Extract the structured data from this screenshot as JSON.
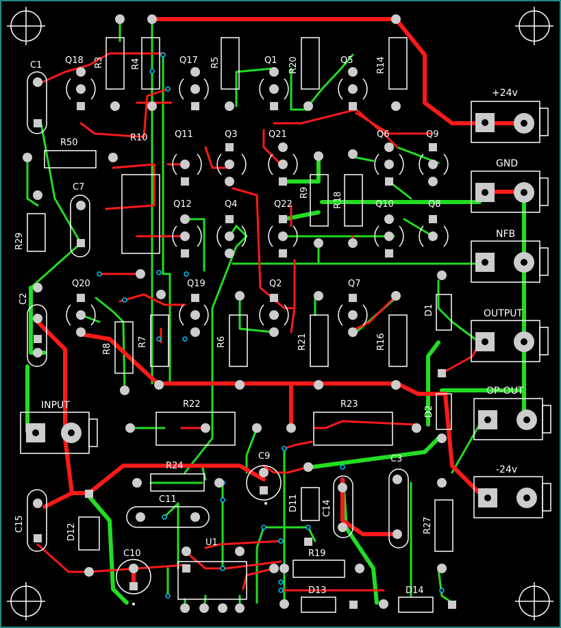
{
  "colors": {
    "background": "#000000",
    "top_trace": "#ff1a1a",
    "bottom_trace": "#22dd22",
    "silkscreen": "#ffffff",
    "pad": "#cccccc",
    "via": "#00ccff",
    "border": "#2fb6b6"
  },
  "labels": {
    "c1": "C1",
    "q18": "Q18",
    "r3": "R3",
    "r4": "R4",
    "q17": "Q17",
    "r5": "R5",
    "q1": "Q1",
    "r20": "R20",
    "q5": "Q5",
    "r14": "R14",
    "r10": "R10",
    "q11": "Q11",
    "q3": "Q3",
    "q21": "Q21",
    "q6": "Q6",
    "q9": "Q9",
    "r50": "R50",
    "c7": "C7",
    "r9": "R9",
    "r18": "R18",
    "q12": "Q12",
    "q4": "Q4",
    "q22": "Q22",
    "q10": "Q10",
    "q8": "Q8",
    "r29": "R29",
    "c2": "C2",
    "q20": "Q20",
    "q19": "Q19",
    "q2": "Q2",
    "q7": "Q7",
    "r8": "R8",
    "r7": "R7",
    "r6": "R6",
    "r21": "R21",
    "r16": "R16",
    "d1": "D1",
    "r22": "R22",
    "r23": "R23",
    "d2": "D2",
    "r24": "R24",
    "c9": "C9",
    "c3": "C3",
    "c11": "C11",
    "d11": "D11",
    "c14": "C14",
    "c15": "C15",
    "d12": "D12",
    "c10": "C10",
    "u1": "U1",
    "r19": "R19",
    "r27": "R27",
    "d13": "D13",
    "d14": "D14"
  },
  "connectors": {
    "plus24": "+24v",
    "gnd": "GND",
    "nfb": "NFB",
    "output": "OUTPUT",
    "op_out": "OP-OUT",
    "minus24": "-24v",
    "input": "INPUT"
  }
}
